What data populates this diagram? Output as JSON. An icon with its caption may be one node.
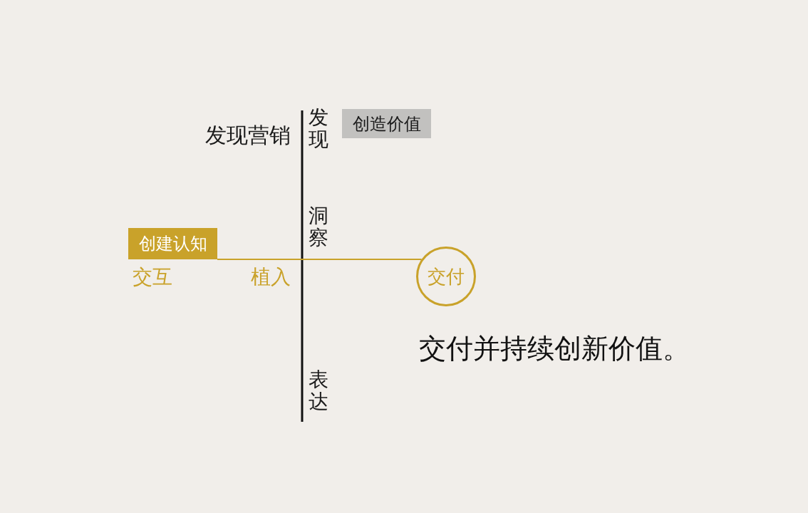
{
  "diagram": {
    "nodes": [
      {
        "text": [
          "创造价值"
        ]
      },
      {
        "text": [
          "创建认知"
        ]
      },
      {
        "text": [
          "交付"
        ]
      }
    ],
    "edges": [
      {
        "from": 1,
        "to": 2,
        "arrow": "none",
        "color": "#c9a22a"
      }
    ],
    "labels": [
      "发现营销",
      "发现",
      "洞察",
      "交互",
      "植入",
      "交付并持续创新价值。",
      "表达"
    ]
  }
}
